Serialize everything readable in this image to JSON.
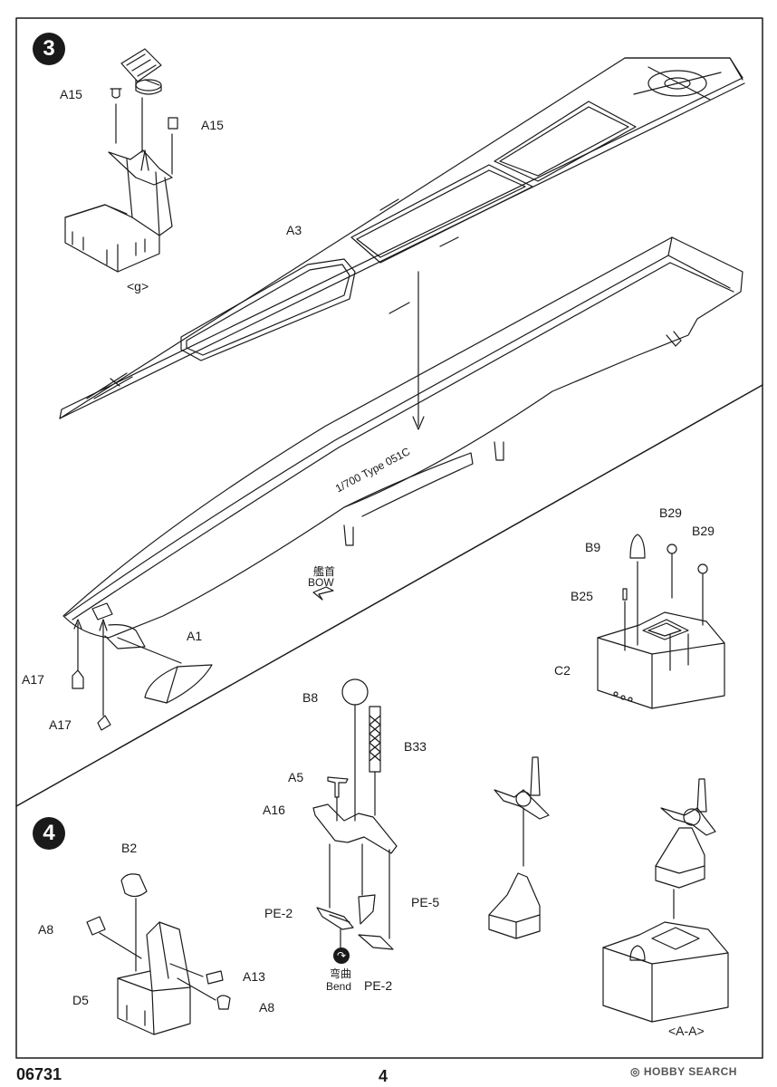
{
  "steps": {
    "step3": "3",
    "step4": "4"
  },
  "labels": {
    "a15_left": "A15",
    "a15_right": "A15",
    "g_caption": "<g>",
    "a3": "A3",
    "bow_jp": "艦首",
    "bow_en": "BOW",
    "a1": "A1",
    "a17_top": "A17",
    "a17_bottom": "A17",
    "b9": "B9",
    "b29_top": "B29",
    "b29_right": "B29",
    "b25": "B25",
    "c2": "C2",
    "b8": "B8",
    "b33": "B33",
    "a5": "A5",
    "a16": "A16",
    "pe2_left": "PE-2",
    "pe5": "PE-5",
    "pe2_bottom": "PE-2",
    "bend_jp": "弯曲",
    "bend_en": "Bend",
    "b2": "B2",
    "a8_left": "A8",
    "a13": "A13",
    "d5": "D5",
    "a8_right": "A8",
    "aa_caption": "<A-A>",
    "hull_text": "1/700 Type 051C"
  },
  "footer": {
    "code": "06731",
    "page": "4",
    "watermark": "HOBBY SEARCH"
  },
  "icons": {
    "bend": "bend-icon",
    "bow_arrow": "bow-arrow-icon",
    "watermark": "hobby-search-logo-icon"
  }
}
